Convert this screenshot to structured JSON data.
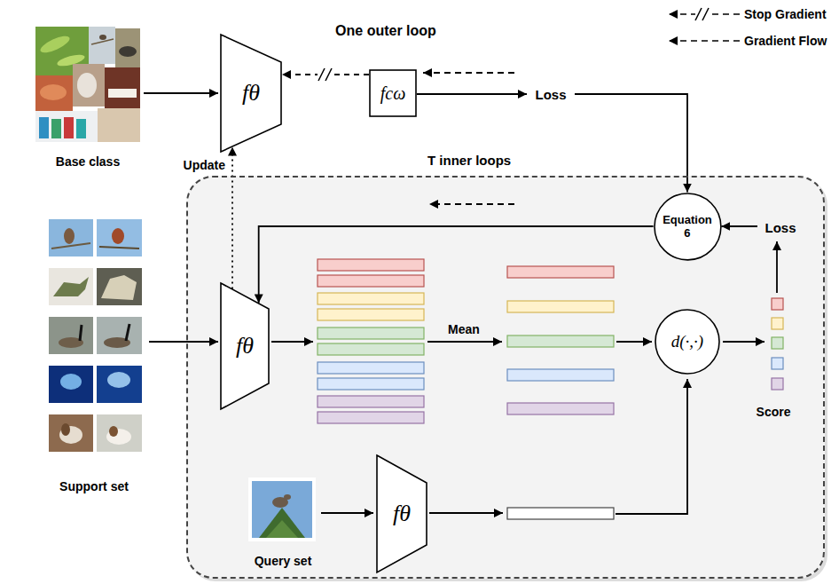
{
  "diagram": {
    "nodes": [
      {
        "text": [
          "fθ"
        ]
      },
      {
        "text": [
          "fcω"
        ]
      },
      {
        "text": [
          "Loss"
        ]
      },
      {
        "text": [
          "T inner loops"
        ]
      },
      {
        "text": [
          "Equation 6"
        ],
        "in": 3
      },
      {
        "text": [
          "Loss"
        ],
        "in": 3
      },
      {
        "text": [
          "fθ"
        ],
        "in": 3
      },
      {
        "text": [
          "d(·,·)"
        ],
        "in": 3
      },
      {
        "text": [
          "fθ"
        ],
        "in": 3
      }
    ],
    "edges": [
      {
        "from": 1,
        "to": 0,
        "arrow": "to"
      },
      {
        "from": 1,
        "to": 2,
        "arrow": "to"
      },
      {
        "from": 2,
        "to": 4,
        "arrow": "to"
      },
      {
        "from": 5,
        "to": 4,
        "arrow": "to"
      },
      {
        "from": 4,
        "to": 6,
        "arrow": "to"
      },
      {
        "from": 6,
        "to": 0,
        "arrow": "to",
        "label": "Update"
      }
    ],
    "labels": [
      "One outer loop",
      "Base class",
      "Mean",
      "Score",
      "Support set",
      "Query set"
    ],
    "legend": [
      {
        "text": "Stop Gradient"
      },
      {
        "text": "Gradient Flow"
      }
    ]
  }
}
